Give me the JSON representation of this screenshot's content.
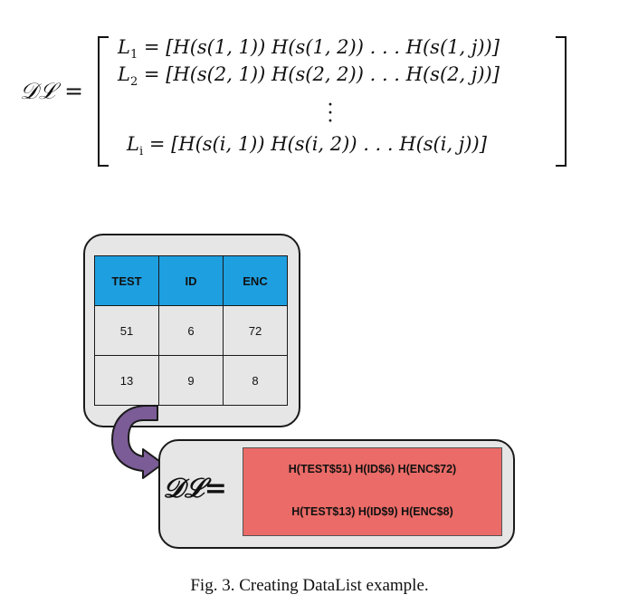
{
  "equation": {
    "lhs": "𝒟ℒ =",
    "rows": [
      {
        "name": "L",
        "sub": "1",
        "rhs": "= [H(s(1, 1)) H(s(1, 2)) . . . H(s(1, j))]"
      },
      {
        "name": "L",
        "sub": "2",
        "rhs": "= [H(s(2, 1)) H(s(2, 2)) . . . H(s(2, j))]"
      },
      {
        "name": "L",
        "sub": "i",
        "rhs": "= [H(s(i, 1)) H(s(i, 2)) . . . H(s(i, j))]"
      }
    ],
    "vdots": "⋮"
  },
  "table": {
    "headers": [
      "TEST",
      "ID",
      "ENC"
    ],
    "rows": [
      [
        "51",
        "6",
        "72"
      ],
      [
        "13",
        "9",
        "8"
      ]
    ],
    "header_color": "#1e9fe0"
  },
  "datalist": {
    "label": "𝒟ℒ=",
    "lines": [
      "H(TEST$51) H(ID$6) H(ENC$72)",
      "H(TEST$13) H(ID$9) H(ENC$8)"
    ],
    "box_color": "#ea6b67",
    "arrow_color": "#7b5c96"
  },
  "caption": "Fig. 3.  Creating DataList example."
}
